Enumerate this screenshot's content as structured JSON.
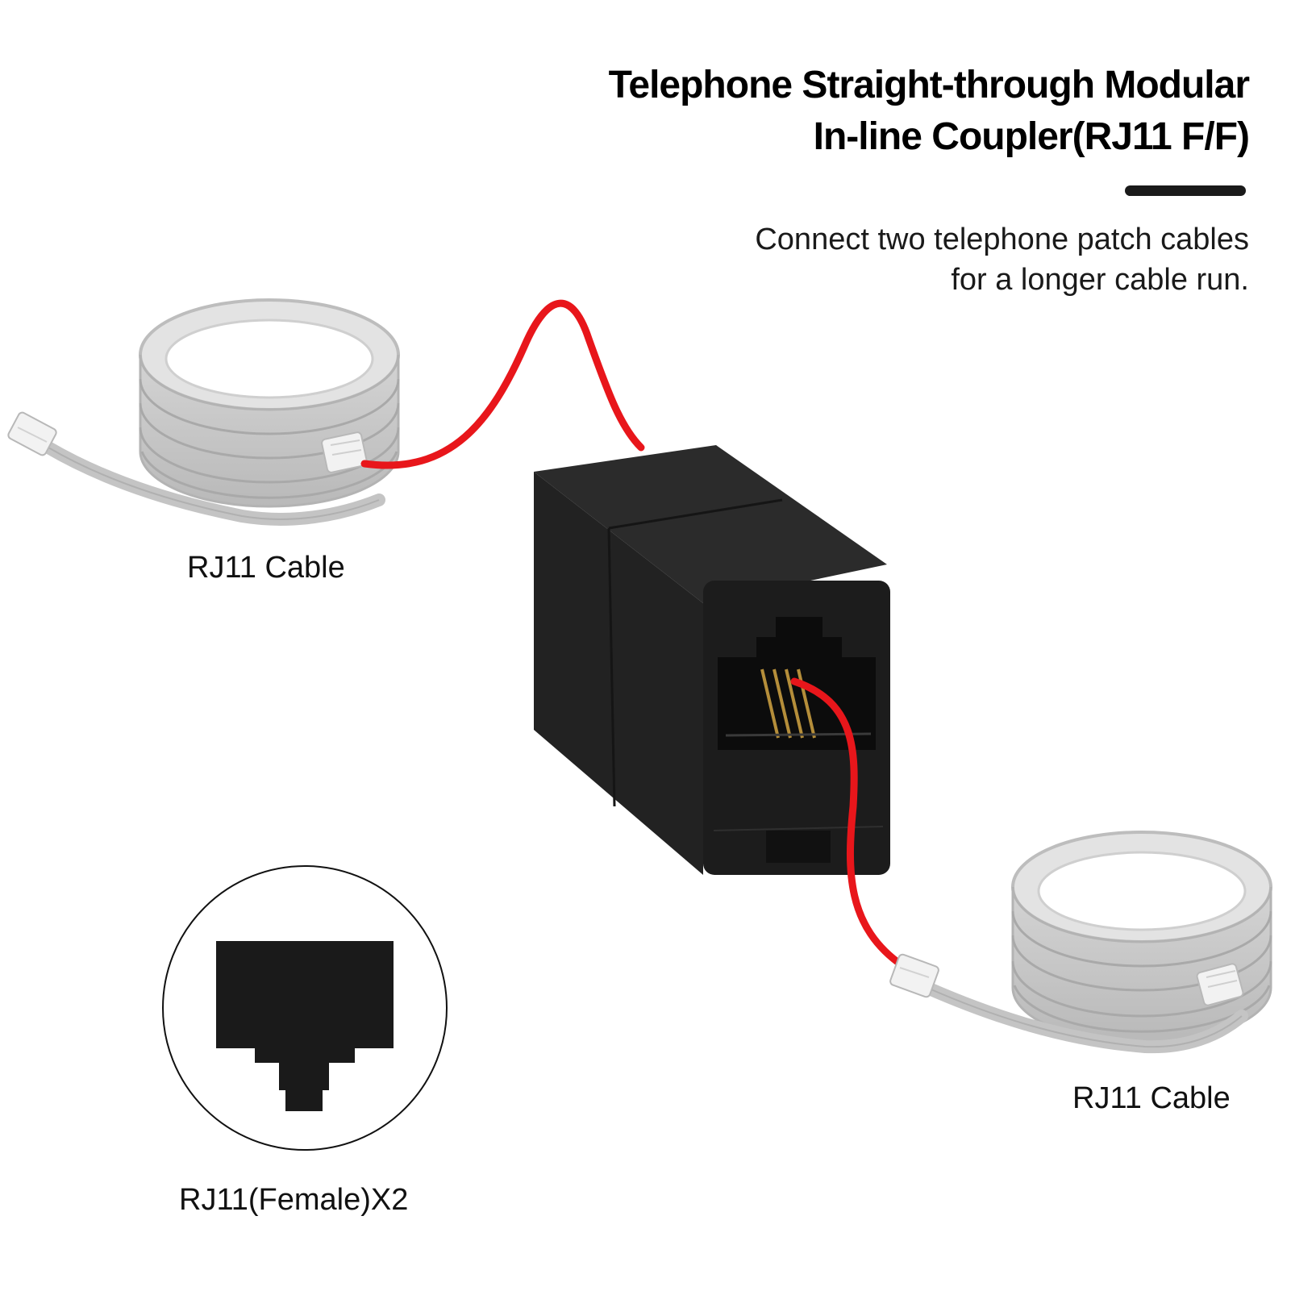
{
  "title": {
    "line1": "Telephone Straight-through Modular",
    "line2": "In-line Coupler(RJ11 F/F)"
  },
  "subtitle": {
    "line1": "Connect two telephone patch cables",
    "line2": "for a longer cable run."
  },
  "labels": {
    "cable_left": "RJ11 Cable",
    "cable_right": "RJ11 Cable",
    "female": "RJ11(Female)X2"
  },
  "colors": {
    "cable_gray": "#c4c4c4",
    "wire_red": "#e8161b",
    "coupler_black": "#1c1c1c"
  }
}
